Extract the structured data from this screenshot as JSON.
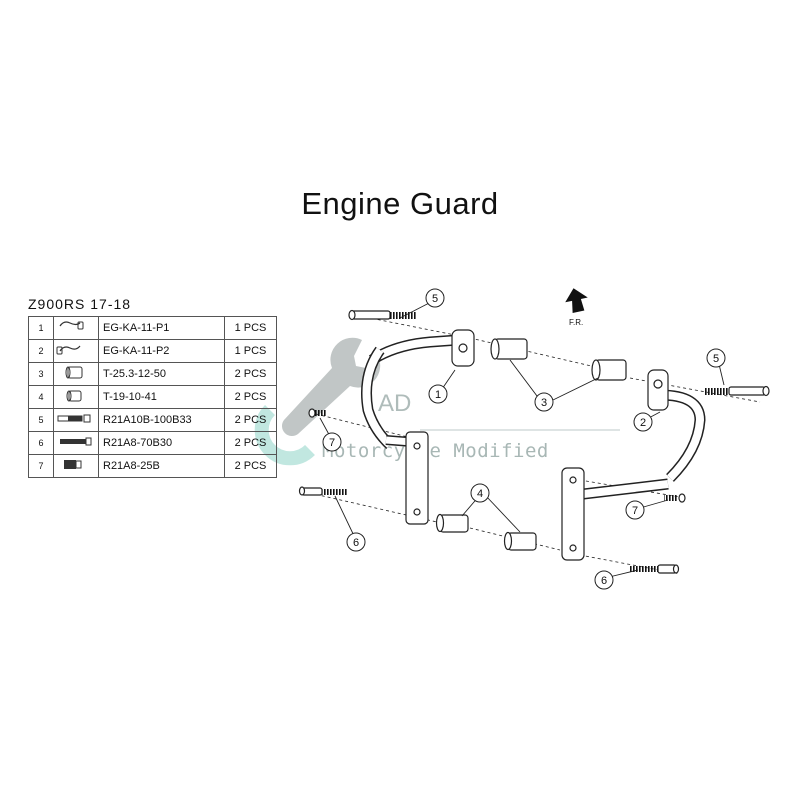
{
  "title": "Engine Guard",
  "model": "Z900RS  17-18",
  "parts": [
    {
      "no": "1",
      "code": "EG-KA-11-P1",
      "qty": "1 PCS"
    },
    {
      "no": "2",
      "code": "EG-KA-11-P2",
      "qty": "1 PCS"
    },
    {
      "no": "3",
      "code": "T-25.3-12-50",
      "qty": "2 PCS"
    },
    {
      "no": "4",
      "code": "T-19-10-41",
      "qty": "2 PCS"
    },
    {
      "no": "5",
      "code": "R21A10B-100B33",
      "qty": "2 PCS"
    },
    {
      "no": "6",
      "code": "R21A8-70B30",
      "qty": "2 PCS"
    },
    {
      "no": "7",
      "code": "R21A8-25B",
      "qty": "2 PCS"
    }
  ],
  "front_label": "F.R.",
  "watermark": {
    "brand": "AD",
    "text": "Motorcycle Modified"
  },
  "callouts": {
    "c1": "1",
    "c2": "2",
    "c3": "3",
    "c4": "4",
    "c5a": "5",
    "c5b": "5",
    "c6a": "6",
    "c6b": "6",
    "c7a": "7",
    "c7b": "7"
  },
  "colors": {
    "line": "#222222",
    "watermark_teal": "#8fd4c8",
    "watermark_gray": "#a9b6b4"
  }
}
